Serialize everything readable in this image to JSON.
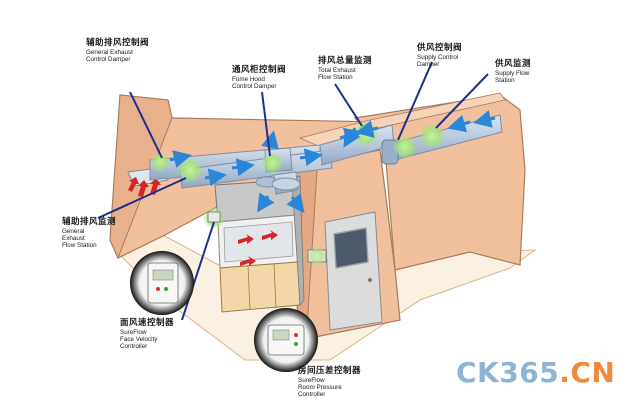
{
  "labels": {
    "general_exhaust_damper": {
      "cn": "辅助排风控制阀",
      "en1": "General Exhaust",
      "en2": "Control Damper"
    },
    "fume_hood_damper": {
      "cn": "通风柜控制阀",
      "en1": "Fume Hood",
      "en2": "Control Damper"
    },
    "total_exhaust_station": {
      "cn": "排风总量监测",
      "en1": "Total Exhaust",
      "en2": "Flow Station"
    },
    "supply_control_damper": {
      "cn": "供风控制阀",
      "en1": "Supply Control",
      "en2": "Damper"
    },
    "supply_flow_station": {
      "cn": "供风监测",
      "en1": "Supply Flow",
      "en2": "Station"
    },
    "general_exhaust_station": {
      "cn": "辅助排风监测",
      "en1": "General",
      "en2": "Exhaust",
      "en3": "Flow Station"
    },
    "face_velocity_controller": {
      "cn": "面风速控制器",
      "en1": "SureFlow",
      "en2": "Face Velocity",
      "en3": "Controller"
    },
    "room_pressure_controller": {
      "cn": "房间压差控制器",
      "en1": "SureFlow",
      "en2": "Room Pressure",
      "en3": "Controller"
    }
  },
  "logo": {
    "brand": "CK365",
    "sep": ".",
    "tld": "CN"
  },
  "colors": {
    "wall": "#f3c09e",
    "wall_dark": "#e8a47e",
    "floor": "#fbf1e2",
    "duct": "#b9c9dc",
    "flow_arrow": "#2a86d9",
    "exhaust_arrow": "#d42424",
    "sensor_glow": "#a8e27a",
    "callout_line": "#1c2f8c"
  }
}
